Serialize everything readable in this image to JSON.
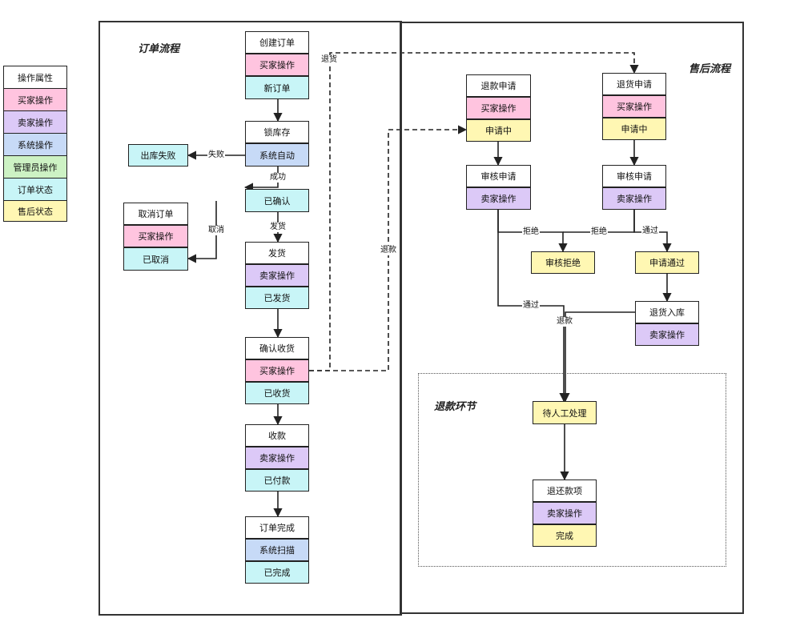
{
  "colors": {
    "attr": "#ffffff",
    "buyer": "#ffc4df",
    "seller": "#dcc9f7",
    "system": "#c7daf7",
    "admin": "#cdf2c4",
    "order": "#c8f5f7",
    "after": "#fff7b3"
  },
  "legend": [
    {
      "label": "操作属性",
      "role": "attr"
    },
    {
      "label": "买家操作",
      "role": "buyer"
    },
    {
      "label": "卖家操作",
      "role": "seller"
    },
    {
      "label": "系统操作",
      "role": "system"
    },
    {
      "label": "管理员操作",
      "role": "admin"
    },
    {
      "label": "订单状态",
      "role": "order"
    },
    {
      "label": "售后状态",
      "role": "after"
    }
  ],
  "sections": {
    "order_flow": "订单流程",
    "after_sales": "售后流程",
    "refund": "退款环节"
  },
  "nodes": {
    "create": [
      "创建订单",
      "买家操作",
      "新订单"
    ],
    "lock": [
      "锁库存",
      "系统自动"
    ],
    "outfail": [
      "出库失败"
    ],
    "confirmed": [
      "已确认"
    ],
    "cancel": [
      "取消订单",
      "买家操作",
      "已取消"
    ],
    "ship": [
      "发货",
      "卖家操作",
      "已发货"
    ],
    "receive": [
      "确认收货",
      "买家操作",
      "已收货"
    ],
    "pay": [
      "收款",
      "卖家操作",
      "已付款"
    ],
    "complete": [
      "订单完成",
      "系统扫描",
      "已完成"
    ],
    "refund_apply": [
      "退款申请",
      "买家操作",
      "申请中"
    ],
    "return_apply": [
      "退货申请",
      "买家操作",
      "申请中"
    ],
    "review1": [
      "审核申请",
      "卖家操作"
    ],
    "review2": [
      "审核申请",
      "卖家操作"
    ],
    "reject": [
      "审核拒绝"
    ],
    "approved": [
      "申请通过"
    ],
    "return_stock": [
      "退货入库",
      "卖家操作"
    ],
    "manual": [
      "待人工处理"
    ],
    "refund_item": [
      "退还款项",
      "卖家操作",
      "完成"
    ]
  },
  "edge_labels": {
    "fail": "失败",
    "success": "成功",
    "cancel": "取消",
    "ship": "发货",
    "return_goods": "退货",
    "refund": "退款",
    "reject1": "拒绝",
    "reject2": "拒绝",
    "pass1": "通过",
    "pass2": "通过",
    "refund2": "退款"
  }
}
